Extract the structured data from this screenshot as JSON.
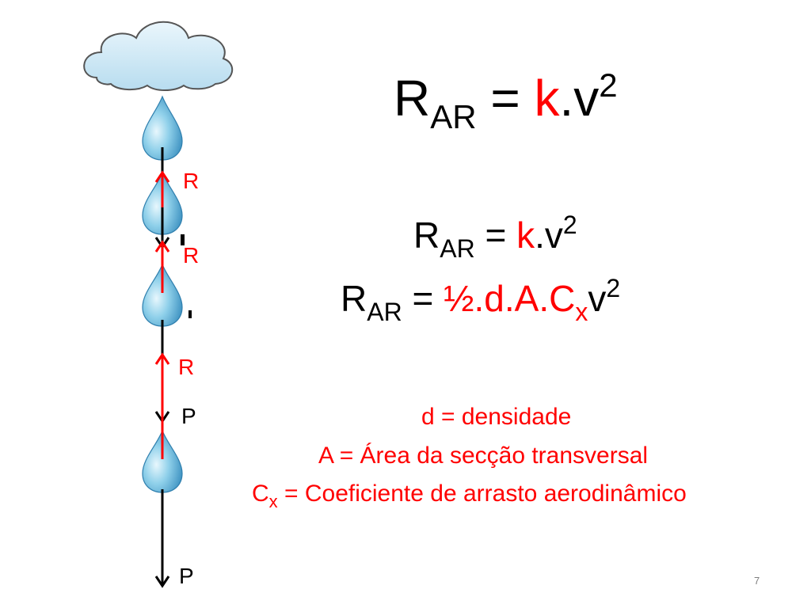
{
  "equations": {
    "main": {
      "r": "R",
      "sub": "AR",
      "eq": " = ",
      "k": "k",
      "v": ".v",
      "sup": "2"
    },
    "line2": {
      "r": "R",
      "sub": "AR",
      "eq": " = ",
      "k": "k",
      "v": ".v",
      "sup": "2"
    },
    "line3": {
      "r": "R",
      "sub": "AR",
      "eq": " = ",
      "coef": "½.d.A.C",
      "coef_sub": "x",
      "v": "v",
      "sup": "2"
    }
  },
  "definitions": {
    "d": "d = densidade",
    "a": "A = Área da secção transversal",
    "cx_symbol": "C",
    "cx_sub": "x",
    "cx_text": " = Coeficiente de arrasto aerodinâmico"
  },
  "diagram": {
    "resistance_labels": [
      "R",
      "R",
      "R"
    ],
    "weight_labels": [
      "P",
      "P"
    ],
    "colors": {
      "resistance": "#ff0000",
      "weight": "#000000",
      "drop": "#5fb5d8",
      "cloud": "#c8e4f4"
    }
  },
  "slide_number": "7"
}
